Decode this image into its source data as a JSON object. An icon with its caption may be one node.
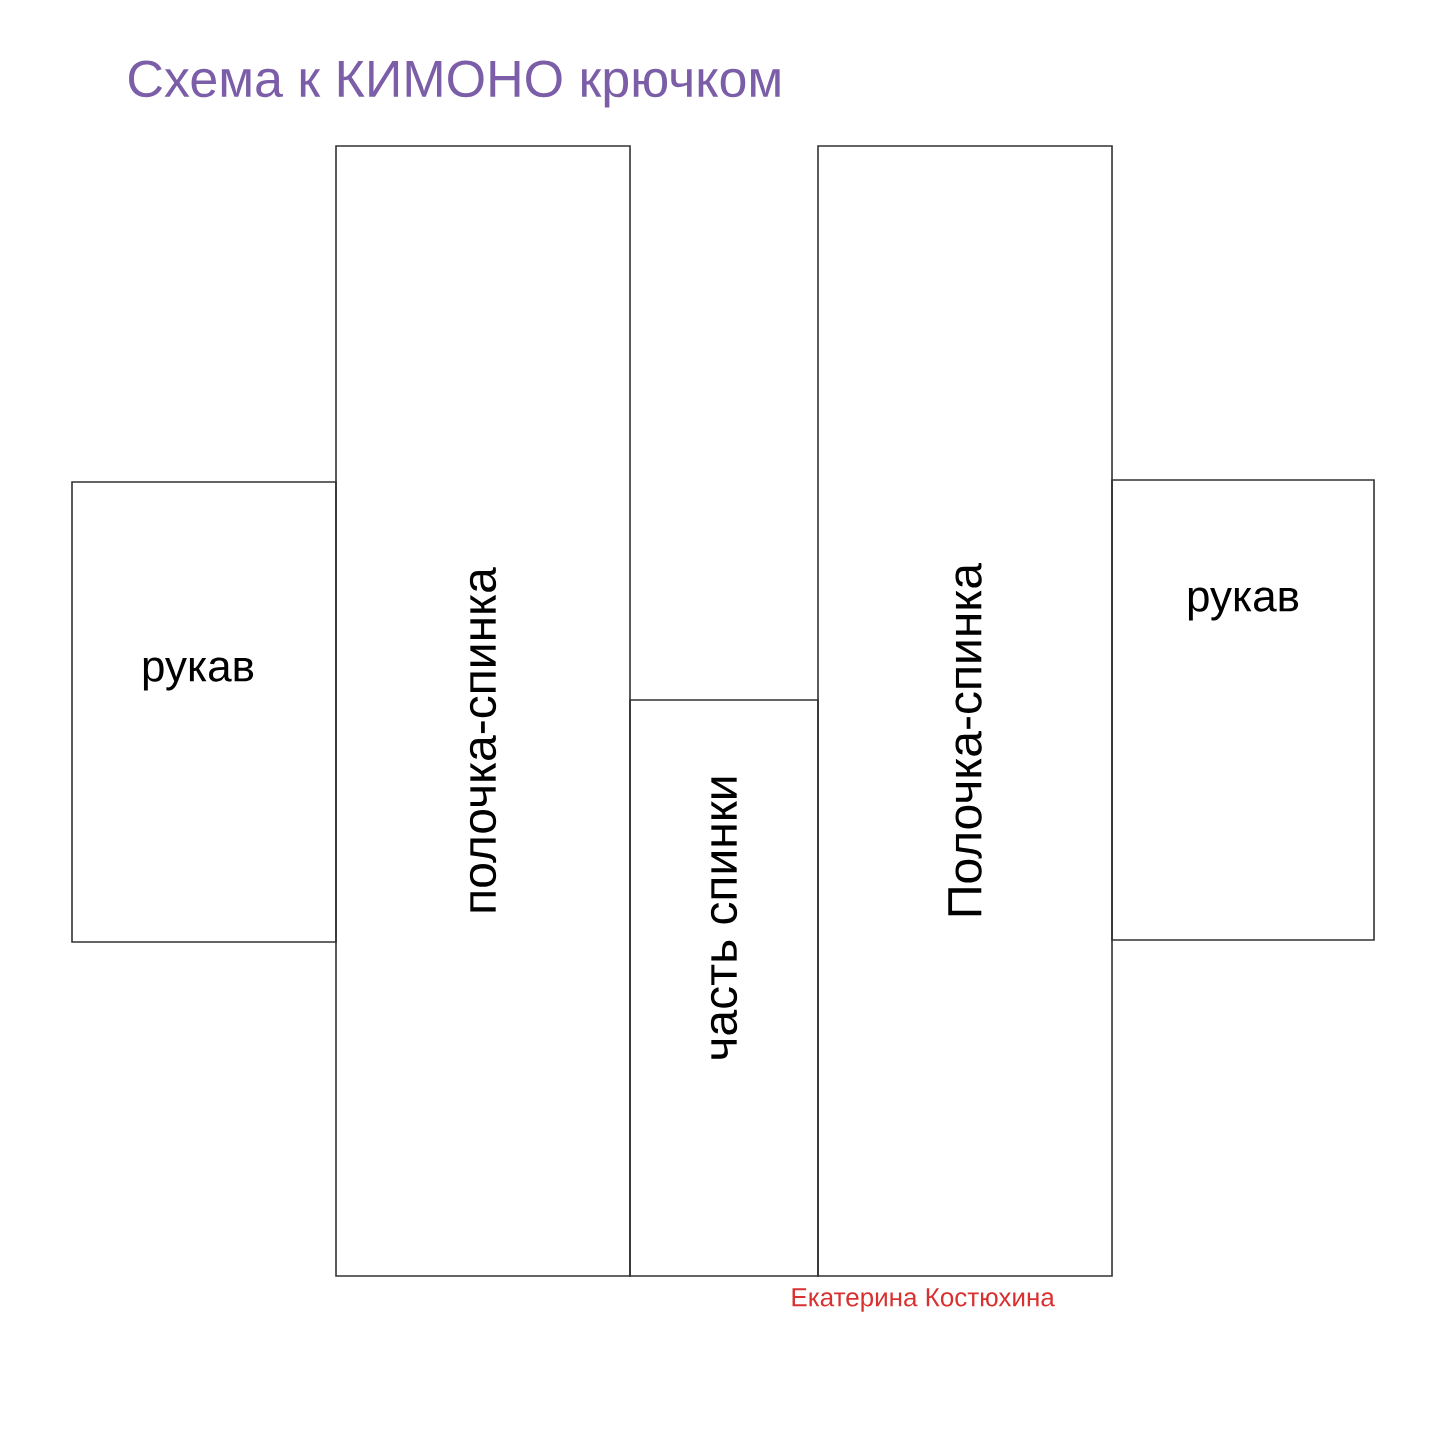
{
  "diagram": {
    "title": "Схема к КИМОНО крючком",
    "nodes": [
      {
        "text": [
          "рукав"
        ]
      },
      {
        "text": [
          "полочка-спинка"
        ]
      },
      {
        "text": [
          "часть спинки"
        ]
      },
      {
        "text": [
          "Полочка-спинка"
        ]
      },
      {
        "text": [
          "рукав"
        ]
      }
    ],
    "labels": [
      "Екатерина Костюхина"
    ]
  }
}
